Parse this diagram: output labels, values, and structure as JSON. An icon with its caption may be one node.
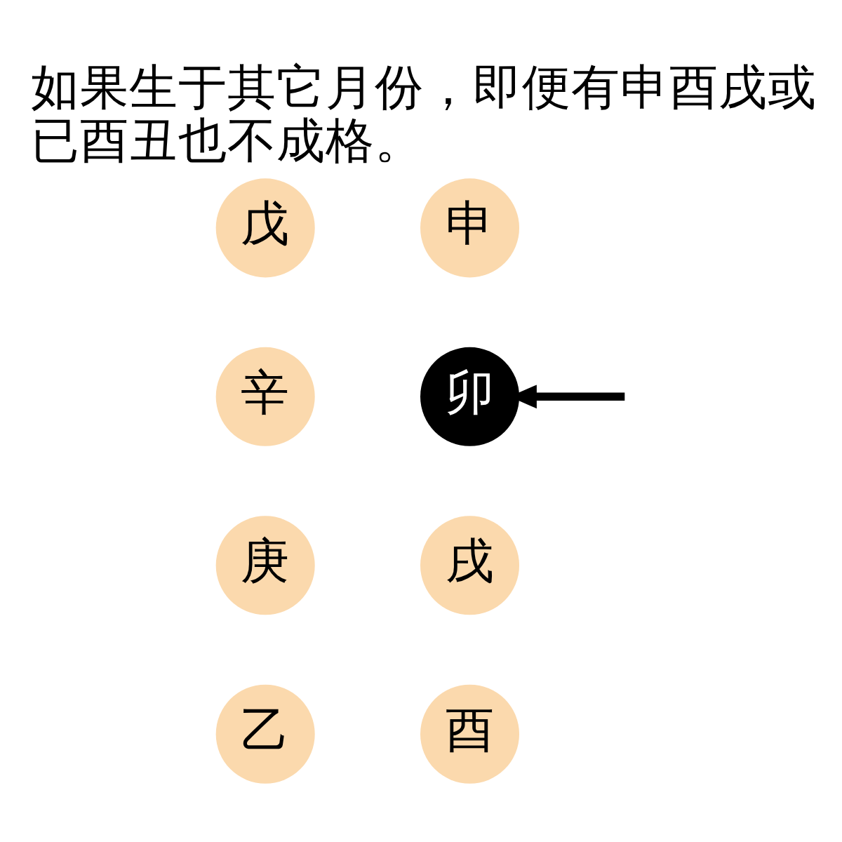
{
  "diagram": {
    "title": "如果生于其它月份，即便有申酉戌或已酉丑也不成格。",
    "nodes": [
      {
        "text": [
          "戊"
        ]
      },
      {
        "text": [
          "申"
        ]
      },
      {
        "text": [
          "辛"
        ]
      },
      {
        "text": [
          "卯"
        ]
      },
      {
        "text": [
          "庚"
        ]
      },
      {
        "text": [
          "戌"
        ]
      },
      {
        "text": [
          "乙"
        ]
      },
      {
        "text": [
          "酉"
        ]
      }
    ],
    "edges": [
      {
        "from": null,
        "to": 3,
        "arrow": "to"
      }
    ]
  }
}
